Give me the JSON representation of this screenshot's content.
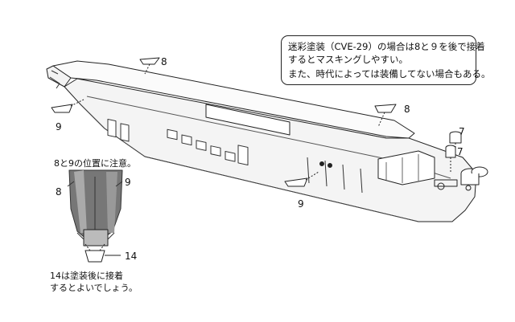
{
  "notes": {
    "camouflage_line1": "迷彩塗装（CVE-29）の場合は8と９を後で接着",
    "camouflage_line2": "するとマスキングしやすい。",
    "era_note": "また、時代によっては装備してない場合もある。"
  },
  "part_labels": {
    "boat_bow_top": "8",
    "boat_bow_side": "9",
    "boat_aft_top": "8",
    "boat_aft_side": "9",
    "gun_tub_upper": "7",
    "gun_tub_lower": "7"
  },
  "inset": {
    "title": "8と9の位置に注意。",
    "left_label": "8",
    "right_label": "9",
    "part_label": "14",
    "caption_line1": "14は塗装後に接着",
    "caption_line2": "するとよいでしょう。"
  }
}
